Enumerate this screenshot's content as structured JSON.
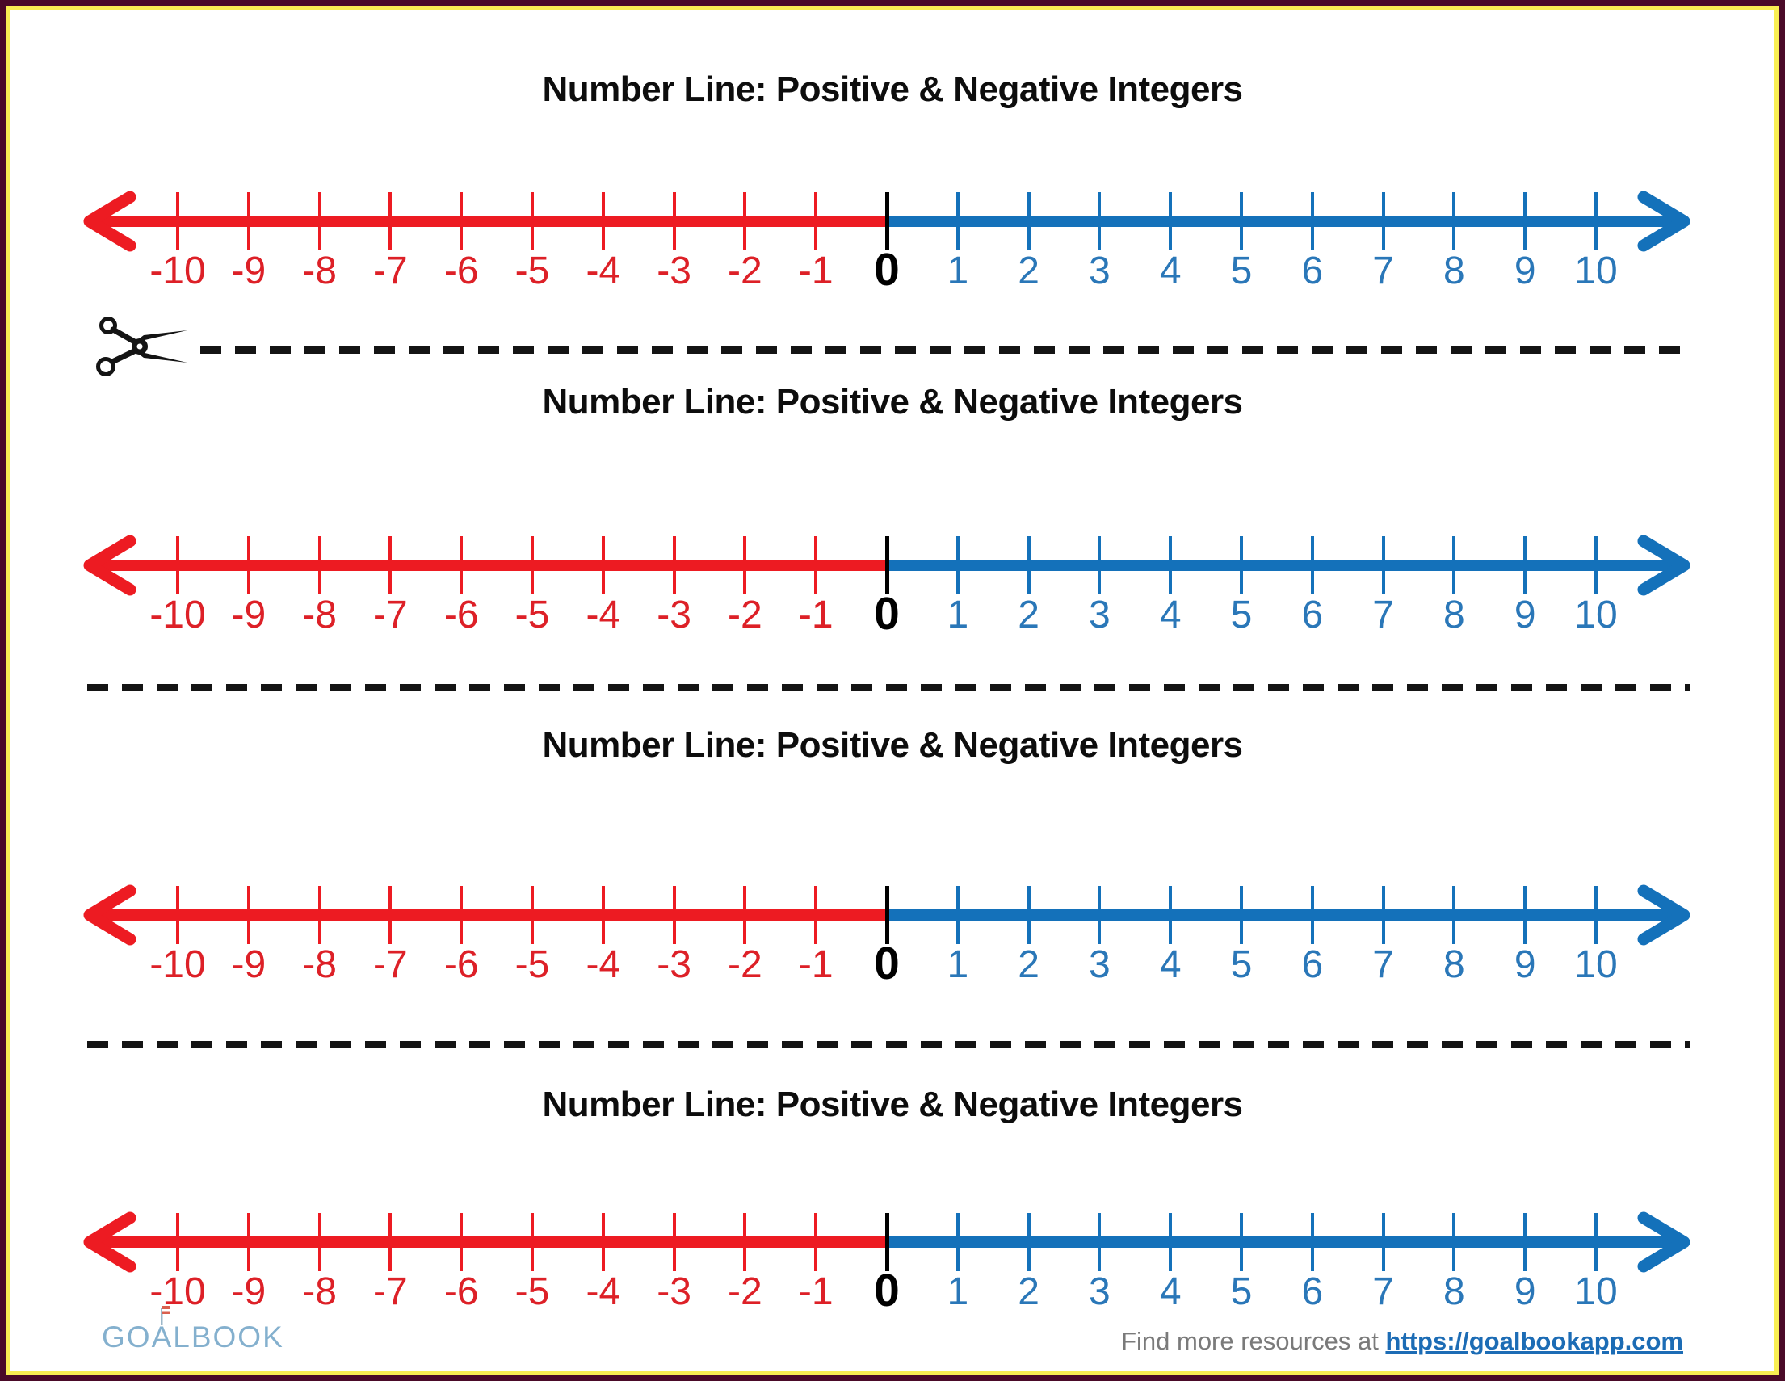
{
  "page": {
    "background_color": "#ffffff",
    "border_outer_color": "#4a0a28",
    "border_inner_color": "#f9ee52"
  },
  "sections": [
    {
      "title": "Number Line: Positive & Negative Integers",
      "separator": "scissors-dashed"
    },
    {
      "title": "Number Line: Positive & Negative Integers",
      "separator": "dashed"
    },
    {
      "title": "Number Line: Positive & Negative Integers",
      "separator": "dashed"
    },
    {
      "title": "Number Line: Positive & Negative Integers",
      "separator": "none"
    }
  ],
  "number_line": {
    "type": "number-line",
    "min": -10,
    "max": 10,
    "values": [
      -10,
      -9,
      -8,
      -7,
      -6,
      -5,
      -4,
      -3,
      -2,
      -1,
      0,
      1,
      2,
      3,
      4,
      5,
      6,
      7,
      8,
      9,
      10
    ],
    "negative_line_color": "#ed1b22",
    "positive_line_color": "#1471ba",
    "negative_text_color": "#dd2027",
    "positive_text_color": "#2a77b8",
    "zero_text_color": "#000000",
    "left_arrow_icon": "arrow-left-icon",
    "right_arrow_icon": "arrow-right-icon"
  },
  "icons": {
    "scissors": "scissors-icon"
  },
  "separator_color": "#141414",
  "footer": {
    "logo_text": "GOALBOOK",
    "logo_pre": "GO",
    "logo_a": "A",
    "logo_post": "LBOOK",
    "logo_color": "#84b0ce",
    "logo_flag_color": "#d9604f",
    "resources_prefix": "Find more resources at ",
    "resources_link": "https://goalbookapp.com",
    "prefix_color": "#7a7a7a",
    "link_color": "#1c6cb5"
  }
}
